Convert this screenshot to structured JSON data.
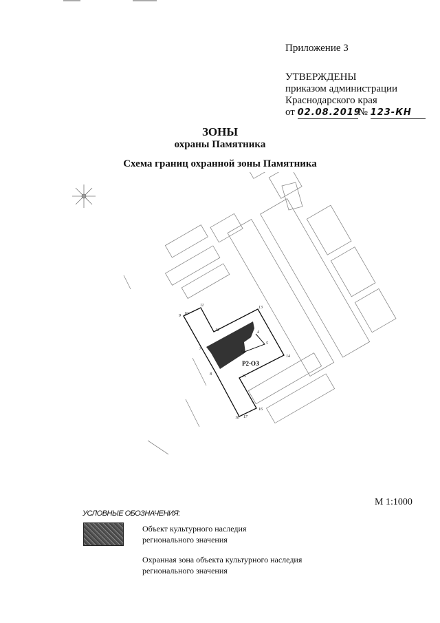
{
  "header": {
    "appendix": "Приложение 3",
    "approved": "УТВЕРЖДЕНЫ",
    "order_line1": "приказом администрации",
    "order_line2": "Краснодарского края",
    "date_prefix": "от",
    "date": "02.08.2019",
    "number_prefix": "№",
    "number": "123-КН"
  },
  "title": {
    "line1": "ЗОНЫ",
    "line2": "охраны Памятника",
    "line3": "Схема границ охранной зоны Памятника"
  },
  "map": {
    "zone_label": "Р2-ОЗ",
    "point_labels": [
      "4",
      "5",
      "6",
      "7",
      "8",
      "9",
      "10",
      "11",
      "12",
      "13",
      "14",
      "15",
      "16",
      "17",
      "18"
    ],
    "heritage_color": "#333333",
    "compass_icon": "compass-rose-icon"
  },
  "scale": "М 1:1000",
  "legend": {
    "title": "УСЛОВНЫЕ ОБОЗНАЧЕНИЯ:",
    "items": [
      {
        "line1": "Объект культурного наследия",
        "line2": "регионального значения"
      },
      {
        "line1": "Охранная зона объекта культурного наследия",
        "line2": "регионального значения"
      }
    ]
  }
}
